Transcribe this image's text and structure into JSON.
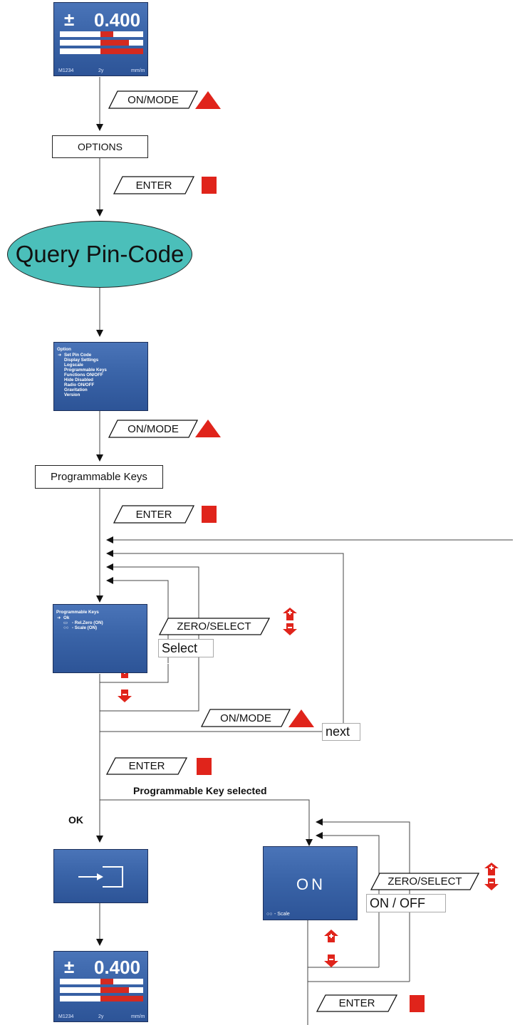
{
  "display": {
    "pm_sign": "±",
    "value": "0.400",
    "device_id": "M1234",
    "axis": "2y",
    "unit": "mm/m"
  },
  "keys": {
    "on_mode": "ON/MODE",
    "enter": "ENTER",
    "zero_select": "ZERO/SELECT"
  },
  "nodes": {
    "options": "OPTIONS",
    "query_pin": "Query Pin-Code",
    "programmable_keys": "Programmable Keys",
    "select": "Select",
    "next": "next",
    "on_off": "ON / OFF",
    "pk_selected": "Programmable Key  selected",
    "ok": "OK"
  },
  "option_menu": {
    "title": "Option",
    "items": [
      "Set Pin Code",
      "Display Settings",
      "Logscale",
      "Programmable Keys",
      "Functions ON/OFF",
      "Hide Disabled",
      "Radio ON/OFF",
      "Gravitation",
      "Version"
    ]
  },
  "pk_screen": {
    "title": "Programmable Keys",
    "items": [
      "Ok",
      "- Rel.Zero (ON)",
      "- Scale (ON)"
    ]
  },
  "on_screen": {
    "label": "ON",
    "footer": "- Scale"
  },
  "colors": {
    "key_red": "#e0241b",
    "screen_blue": "#3a64a8",
    "oval_teal": "#4bbfba"
  }
}
